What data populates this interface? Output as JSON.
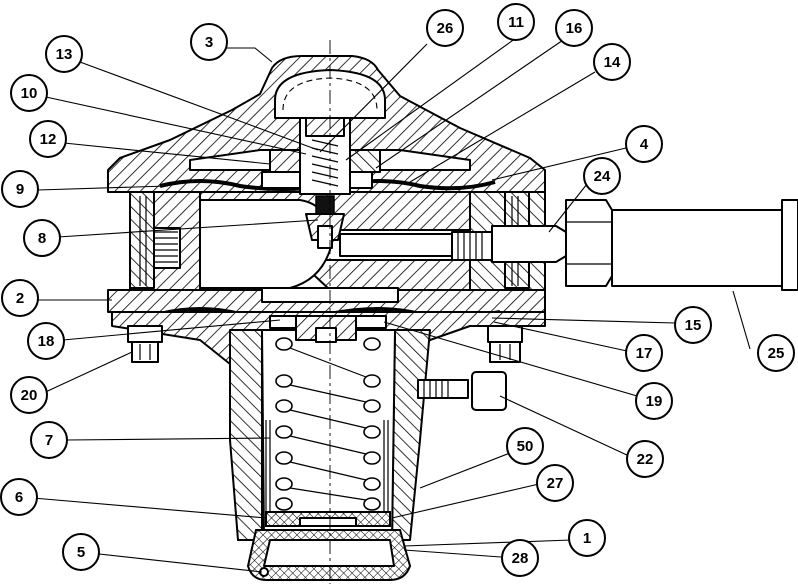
{
  "callouts": [
    {
      "id": "c1",
      "label": "1"
    },
    {
      "id": "c2",
      "label": "2"
    },
    {
      "id": "c3",
      "label": "3"
    },
    {
      "id": "c4",
      "label": "4"
    },
    {
      "id": "c5",
      "label": "5"
    },
    {
      "id": "c6",
      "label": "6"
    },
    {
      "id": "c7",
      "label": "7"
    },
    {
      "id": "c8",
      "label": "8"
    },
    {
      "id": "c9",
      "label": "9"
    },
    {
      "id": "c10",
      "label": "10"
    },
    {
      "id": "c11",
      "label": "11"
    },
    {
      "id": "c12",
      "label": "12"
    },
    {
      "id": "c13",
      "label": "13"
    },
    {
      "id": "c14",
      "label": "14"
    },
    {
      "id": "c15",
      "label": "15"
    },
    {
      "id": "c16",
      "label": "16"
    },
    {
      "id": "c17",
      "label": "17"
    },
    {
      "id": "c18",
      "label": "18"
    },
    {
      "id": "c19",
      "label": "19"
    },
    {
      "id": "c20",
      "label": "20"
    },
    {
      "id": "c22",
      "label": "22"
    },
    {
      "id": "c24",
      "label": "24"
    },
    {
      "id": "c25",
      "label": "25"
    },
    {
      "id": "c26",
      "label": "26"
    },
    {
      "id": "c27",
      "label": "27"
    },
    {
      "id": "c28",
      "label": "28"
    },
    {
      "id": "c50",
      "label": "50"
    }
  ]
}
